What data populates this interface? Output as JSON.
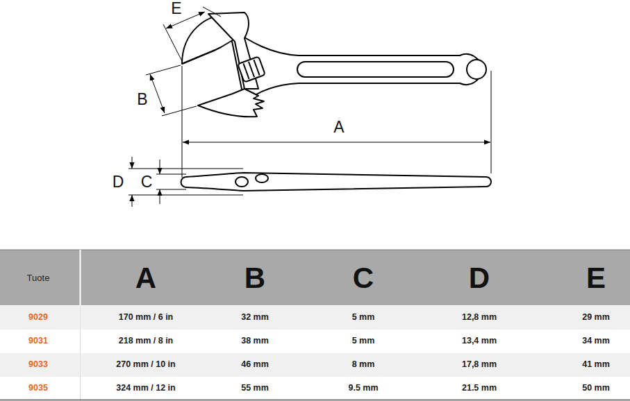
{
  "diagram": {
    "labels": [
      "E",
      "B",
      "A",
      "D",
      "C",
      "Tuote",
      "A",
      "B",
      "C",
      "D",
      "E",
      "9029",
      "170 mm / 6 in",
      "32 mm",
      "5 mm",
      "12,8 mm",
      "29 mm",
      "9031",
      "218 mm / 8 in",
      "38 mm",
      "5 mm",
      "13,4 mm",
      "34 mm",
      "9033",
      "270 mm / 10 in",
      "46 mm",
      "8 mm",
      "17,8 mm",
      "41 mm",
      "9035",
      "324 mm / 12 in",
      "55 mm",
      "9.5 mm",
      "21.5 mm",
      "50 mm"
    ]
  }
}
